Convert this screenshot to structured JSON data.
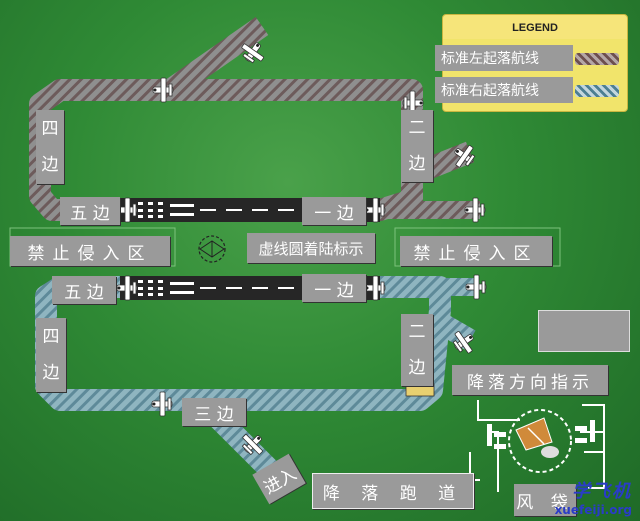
{
  "legend": {
    "title": "LEGEND",
    "left_pattern": "标准左起落航线",
    "right_pattern": "标准右起落航线"
  },
  "top_circuit": {
    "leg_4": "四\n边",
    "leg_2": "二\n边",
    "leg_5": "五 边",
    "leg_1": "一 边"
  },
  "bottom_circuit": {
    "leg_5": "五 边",
    "leg_1": "一 边",
    "leg_4": "四\n边",
    "leg_2": "二\n边",
    "leg_3": "三 边",
    "entry": "进入"
  },
  "zones": {
    "no_entry_left": "禁止侵入区",
    "no_entry_right": "禁止侵入区",
    "dashed_circle": "虚线圆着陆标示"
  },
  "signal_area": {
    "landing_direction": "降落方向指示",
    "landing_runway": "降 落 跑 道",
    "windsock": "风 袋"
  },
  "watermark": {
    "cn": "学飞机",
    "url": "xuefeiji.org"
  },
  "colors": {
    "left_pattern": "#9c6b6b",
    "right_pattern": "#6fa5b8",
    "runway": "#2a2a2a",
    "label_bg": "#9a9a9a",
    "legend_bg": "#f1e46b",
    "grass": "#2f8a35"
  }
}
